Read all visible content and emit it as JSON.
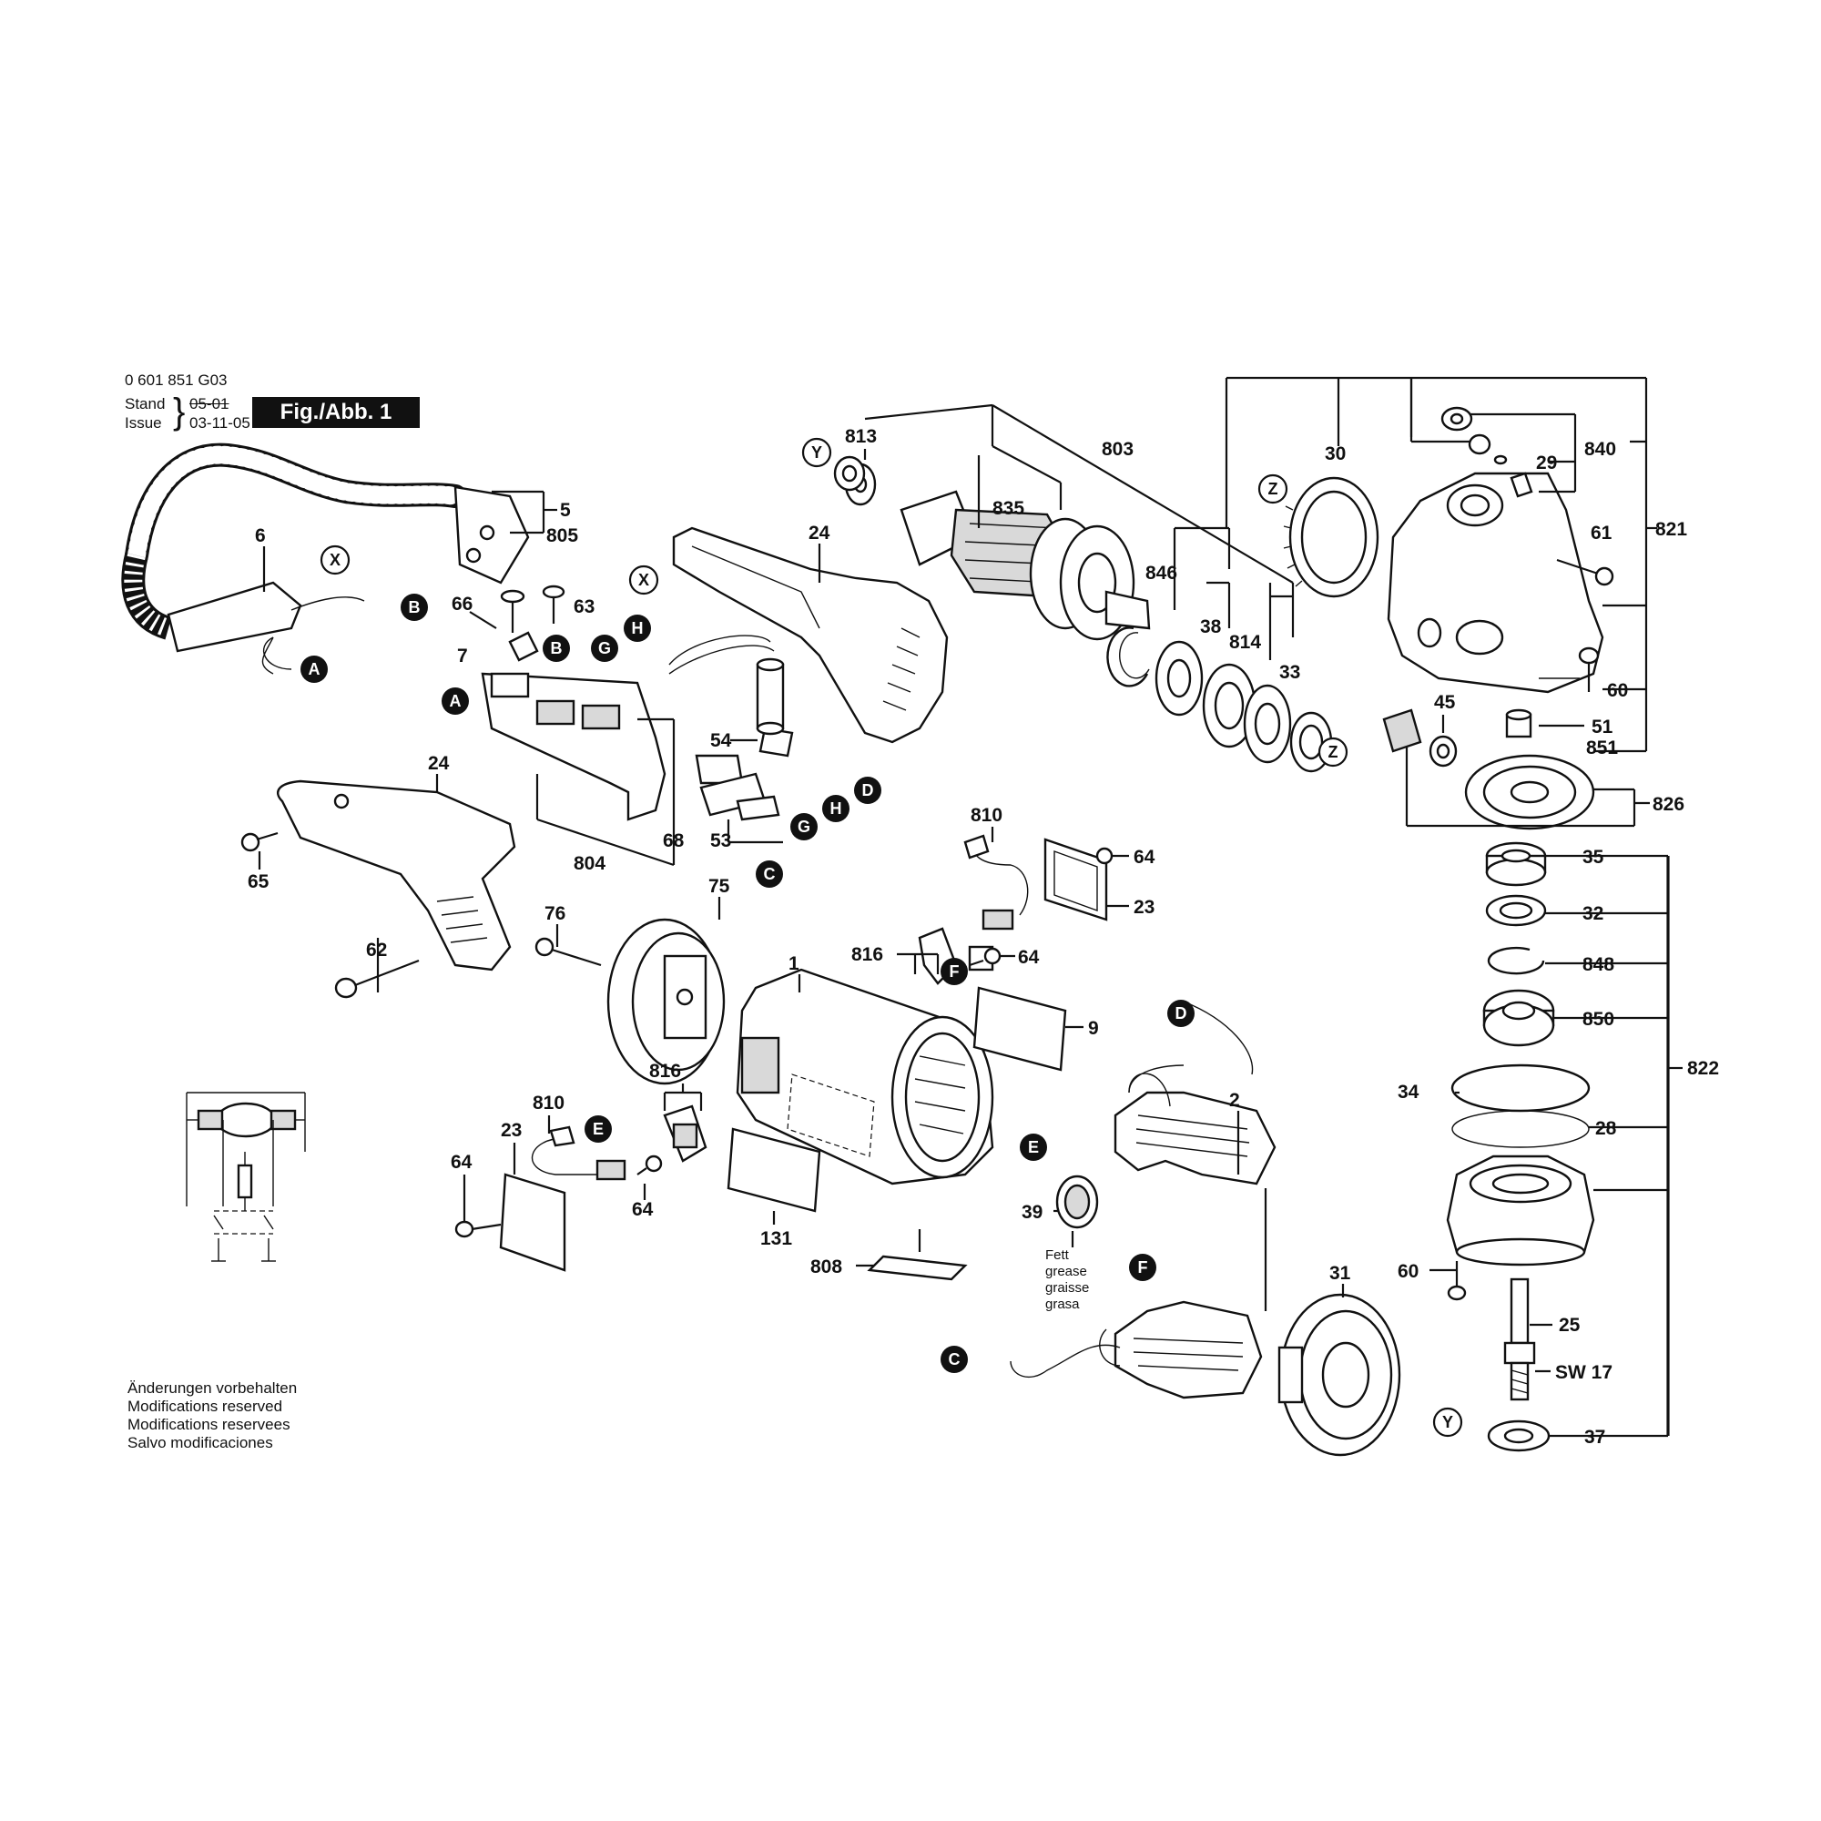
{
  "header": {
    "doc_number": "0 601 851 G03",
    "stand_label": "Stand",
    "stand_value": "05-01",
    "issue_label": "Issue",
    "issue_value": "03-11-05",
    "figure_label": "Fig./Abb. 1"
  },
  "notes": [
    "Änderungen vorbehalten",
    "Modifications reserved",
    "Modifications reservees",
    "Salvo modificaciones"
  ],
  "grease_note": [
    "Fett",
    "grease",
    "graisse",
    "grasa"
  ],
  "sw_label": "SW 17",
  "connector_letters": [
    "A",
    "B",
    "C",
    "D",
    "E",
    "F",
    "G",
    "H",
    "X",
    "Y",
    "Z"
  ],
  "part_numbers": {
    "p1": "1",
    "p2": "2",
    "p5": "5",
    "p6": "6",
    "p7": "7",
    "p9": "9",
    "p23a": "23",
    "p23b": "23",
    "p24a": "24",
    "p24b": "24",
    "p25": "25",
    "p28": "28",
    "p29": "29",
    "p30": "30",
    "p31": "31",
    "p32": "32",
    "p33": "33",
    "p34": "34",
    "p35": "35",
    "p37": "37",
    "p38": "38",
    "p39": "39",
    "p45": "45",
    "p51": "51",
    "p53": "53",
    "p54": "54",
    "p60a": "60",
    "p60b": "60",
    "p61": "61",
    "p62": "62",
    "p63": "63",
    "p64a": "64",
    "p64b": "64",
    "p64c": "64",
    "p64d": "64",
    "p65": "65",
    "p66": "66",
    "p68": "68",
    "p75": "75",
    "p76": "76",
    "p131": "131",
    "p803": "803",
    "p804": "804",
    "p805": "805",
    "p808": "808",
    "p810a": "810",
    "p810b": "810",
    "p813": "813",
    "p814": "814",
    "p816a": "816",
    "p816b": "816",
    "p821": "821",
    "p822": "822",
    "p826": "826",
    "p835": "835",
    "p840": "840",
    "p846": "846",
    "p848": "848",
    "p850": "850",
    "p851": "851"
  }
}
